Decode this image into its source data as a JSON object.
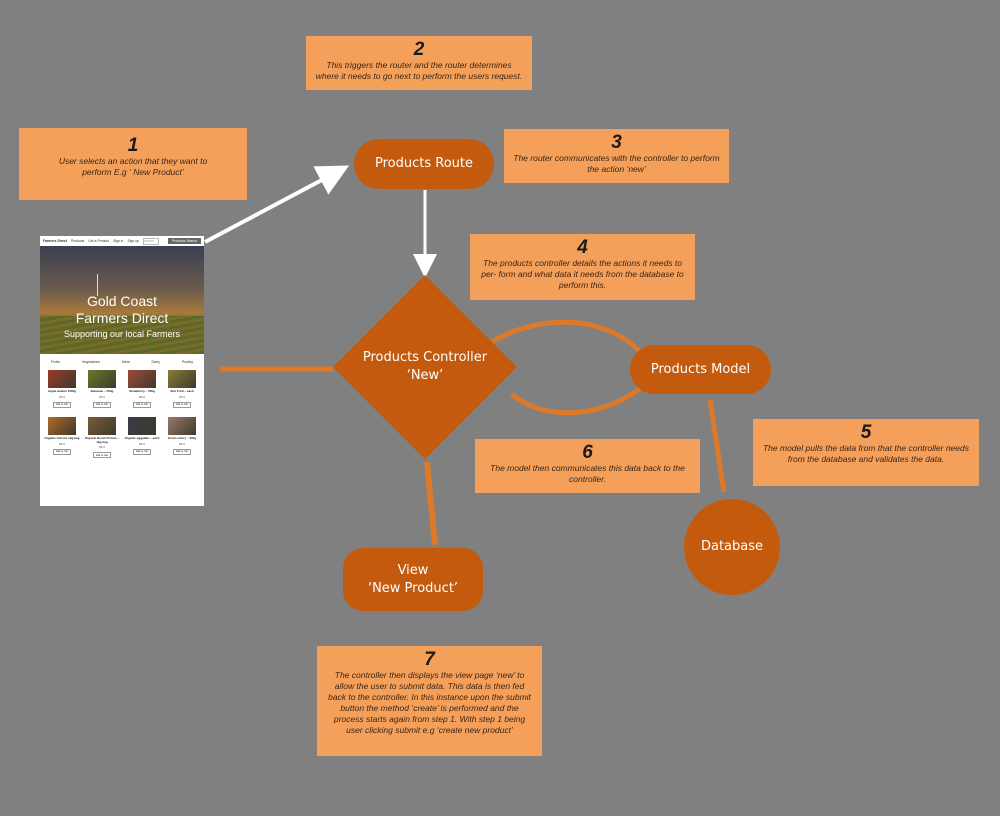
{
  "steps": [
    {
      "num": "1",
      "text": "User selects an action that they want to perform E.g ‘ New Product’"
    },
    {
      "num": "2",
      "text": "This triggers the router and the router determines where it needs to go next to perform the users request."
    },
    {
      "num": "3",
      "text": "The router communicates with the controller to perform the action ‘new’"
    },
    {
      "num": "4",
      "text": "The products controller details the actions it needs to per- form and what data it needs from the database to perform this."
    },
    {
      "num": "5",
      "text": "The model pulls the data from that the controller needs from the database and validates the data."
    },
    {
      "num": "6",
      "text": "The model then communicates this data back to the controller."
    },
    {
      "num": "7",
      "text": "The controller then displays the view page ‘new’ to allow the user to submit data. This data is then fed back to the controller. In this instance upon the submit button the method ‘create’ is performed and the process starts again from step 1. With step 1 being user clicking submit e.g ‘create new product’"
    }
  ],
  "nodes": {
    "route": "Products Route",
    "controller_line1": "Products Controller",
    "controller_line2": "‘New’",
    "model": "Products Model",
    "database": "Database",
    "view_line1": "View",
    "view_line2": "‘New Product’"
  },
  "website": {
    "brand": "Farmers Direct",
    "nav": [
      "Products",
      "List a Product",
      "Sign in",
      "Sign up"
    ],
    "search_placeholder": "search",
    "nav_button": "Products Search",
    "hero_title_line1": "Gold Coast",
    "hero_title_line2": "Farmers Direct",
    "hero_subtitle": "Supporting our local Farmers",
    "categories": [
      "Fruits",
      "Vegetables",
      "Meat",
      "Dairy",
      "Poultry"
    ],
    "products": [
      {
        "name": "Apple bucket 1000g",
        "price": "$5.0",
        "color": "#9a3a2a"
      },
      {
        "name": "Bananas – 500g",
        "price": "$5.0",
        "color": "#6a7a2a"
      },
      {
        "name": "Strawberry – 500g",
        "price": "$5.0",
        "color": "#a04a3a"
      },
      {
        "name": "Star Fruit – each",
        "price": "$5.0",
        "color": "#8a7a3a"
      },
      {
        "name": "Organic Carrots 1kg bag",
        "price": "$5.0",
        "color": "#b06a2a"
      },
      {
        "name": "Organic Brown Potato – 1kg bag",
        "price": "$5.0",
        "color": "#7a5a3a"
      },
      {
        "name": "Organic eggplant – each",
        "price": "$5.0",
        "color": "#3a3a4a"
      },
      {
        "name": "Green celery – 300g",
        "price": "$5.0",
        "color": "#9a7a6a"
      }
    ],
    "add_label": "add to cart"
  },
  "colors": {
    "background": "#808080",
    "note": "#F5A05A",
    "node": "#C45A0E",
    "connector": "#DD7A2A",
    "arrow": "#FFFFFF"
  }
}
